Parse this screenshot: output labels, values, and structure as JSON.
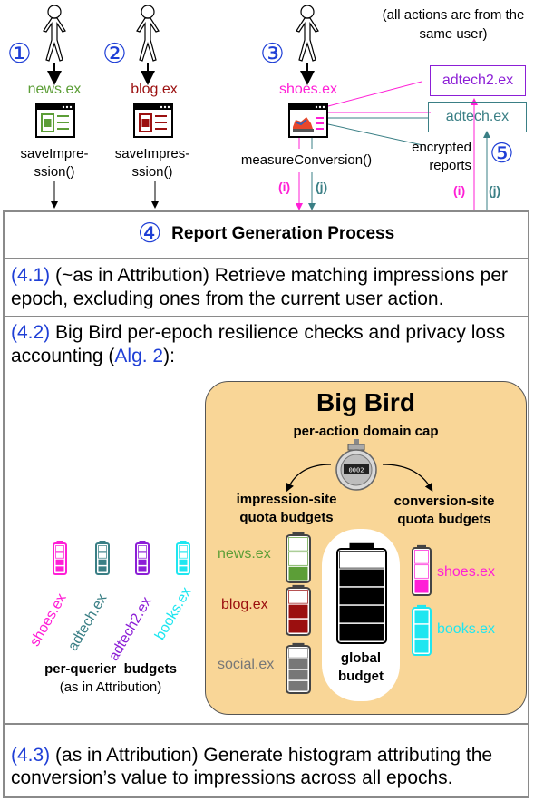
{
  "note": "(all actions are from the same user)",
  "steps": {
    "s1": "①",
    "s2": "②",
    "s3": "③",
    "s4": "④",
    "s5": "⑤"
  },
  "sites": {
    "news": {
      "label": "news.ex",
      "color": "#5c9e37"
    },
    "blog": {
      "label": "blog.ex",
      "color": "#9b0f0f"
    },
    "shoes": {
      "label": "shoes.ex",
      "color": "#ff1fd6"
    },
    "adtech2": {
      "label": "adtech2.ex",
      "color": "#8c1fd6"
    },
    "adtech": {
      "label": "adtech.ex",
      "color": "#3a7f85"
    },
    "books": {
      "label": "books.ex",
      "color": "#1fe6f0"
    },
    "social": {
      "label": "social.ex",
      "color": "#777777"
    }
  },
  "functions": {
    "save1_a": "saveImpre-",
    "save1_b": "ssion()",
    "save2_a": "saveImpres-",
    "save2_b": "ssion()",
    "measure": "measureConversion()"
  },
  "encrypted": {
    "line1": "encrypted",
    "line2": "reports"
  },
  "flows": {
    "i": "(i)",
    "j": "(j)"
  },
  "report": {
    "title": "Report Generation Process",
    "s41_num": "(4.1)",
    "s41_text": " (~as in Attribution) Retrieve matching impressions per epoch, excluding ones from the current user action.",
    "s42_num": "(4.2)",
    "s42_text": " Big Bird per-epoch resilience checks and privacy loss accounting (",
    "s42_alg": "Alg. 2",
    "s42_end": "):",
    "s43_num": "(4.3)",
    "s43_text": " (as in Attribution) Generate histogram attributing the conversion’s value to impressions across all epochs."
  },
  "bigbird": {
    "title": "Big Bird",
    "cap": "per-action domain cap",
    "counter": "0002",
    "imp_a": "impression-site",
    "imp_b": "quota budgets",
    "conv_a": "conversion-site",
    "conv_b": "quota budgets",
    "global_a": "global",
    "global_b": "budget"
  },
  "querier": {
    "title": "per-querier  budgets",
    "subtitle": "(as in Attribution)"
  },
  "levels": {
    "q_shoes": 0.5,
    "q_adtech": 0.5,
    "q_adtech2": 0.5,
    "q_books": 0.5,
    "imp_news": 0.45,
    "imp_blog": 0.5,
    "imp_social": 0.75,
    "conv_shoes": 0.35,
    "conv_books": 1.0,
    "global": 0.8
  }
}
